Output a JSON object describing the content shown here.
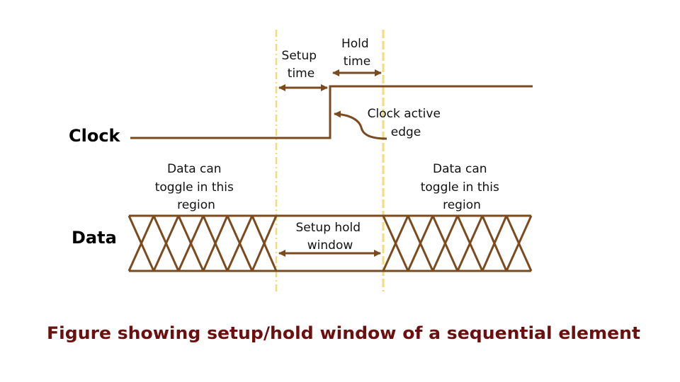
{
  "colors": {
    "waveform": "#7b4a1e",
    "guide": "#f2dc7a",
    "caption": "#6b0f0f",
    "label": "#000000"
  },
  "signals": {
    "clock": "Clock",
    "data": "Data"
  },
  "annotations": {
    "setup_time": [
      "Setup",
      "time"
    ],
    "hold_time": [
      "Hold",
      "time"
    ],
    "clock_edge": [
      "Clock active",
      "edge"
    ],
    "toggle_left": [
      "Data can",
      "toggle in this",
      "region"
    ],
    "toggle_right": [
      "Data can",
      "toggle in this",
      "region"
    ],
    "window": [
      "Setup hold",
      "window"
    ]
  },
  "caption": "Figure showing setup/hold window of a sequential element"
}
